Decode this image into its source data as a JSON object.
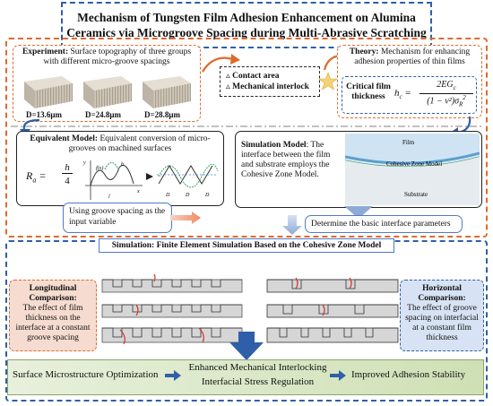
{
  "title": {
    "line1": "Mechanism of Tungsten Film Adhesion Enhancement on Alumina",
    "line2": "Ceramics via Microgroove Spacing during Multi-Abrasive Scratching"
  },
  "experiment": {
    "label": "Experiment:",
    "text": " Surface topography of three groups with different micro-groove spacings",
    "samples": [
      "D=13.6μm",
      "D=24.8μm",
      "D=28.8μm"
    ]
  },
  "mechanism": {
    "items": [
      "Contact area",
      "Mechanical interlock"
    ]
  },
  "theory": {
    "label": "Theory:",
    "text": " Mechanism for enhancing adhesion properties of thin films",
    "critical_label": "Critical film thickness",
    "formula_lhs": "h",
    "formula_sub": "c",
    "formula_num": "2EG",
    "formula_num_sub": "c",
    "formula_den": "(1 − ν²)σ",
    "formula_den_sub": "R",
    "formula_den_sup": "2"
  },
  "equivalent": {
    "label": "Equivalent Model:",
    "text": " Equivalent conversion of micro-grooves on machined surfaces",
    "formula_lhs": "R",
    "formula_sub": "a",
    "formula_num": "h",
    "formula_den": "4",
    "diagram_labels": [
      "y",
      "x",
      "h",
      "f(x)",
      "D",
      "D",
      "D",
      "l"
    ]
  },
  "simulation_model": {
    "label": "Simulation Model",
    "text": ": The interface between the film and substrate employs the Cohesive Zone Model.",
    "film": "Film",
    "czm": "Cohesive Zone Model",
    "substrate": "Substrate"
  },
  "input_variable": "Using groove spacing as the input variable",
  "interface_params": "Determine the basic interface parameters",
  "simulation_bar": "Simulation: Finite Element Simulation Based on the Cohesive Zone Model",
  "longitudinal": {
    "title": "Longitudinal Comparison:",
    "text": "The effect of film thickness on the interface at a constant groove spacing"
  },
  "horizontal": {
    "title": "Horizontal Comparison:",
    "text": "The effect of groove spacing on interfacial at a constant film thickness"
  },
  "bottom": {
    "step1": "Surface Microstructure Optimization",
    "step2a": "Enhanced Mechanical Interlocking",
    "step2b": "Interfacial Stress Regulation",
    "step3": "Improved Adhesion Stability"
  },
  "colors": {
    "orange": "#e06a2c",
    "blue": "#2f5fa8",
    "light_blue": "#4f7cc4",
    "green_strip": "#cfe0b5",
    "long_fill": "#f6dcd0",
    "horiz_fill": "#d7e3f4"
  }
}
